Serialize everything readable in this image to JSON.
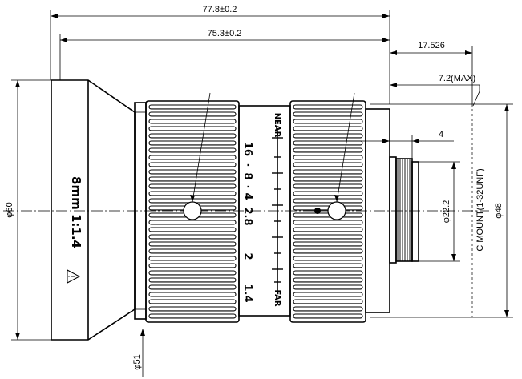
{
  "dimensions": {
    "overall_length": "77.8±0.2",
    "body_length": "75.3±0.2",
    "flange_back": "17.526",
    "back_protrusion": "7.2(MAX)",
    "mount_thread_length": "4",
    "front_diameter": "φ60",
    "front_inner_diameter": "φ51",
    "body_diameter": "φ48",
    "rear_diameter": "φ22.2",
    "mount_type": "C MOUNT(1-32UNF)"
  },
  "lens_marking": {
    "model": "8mm 1:1.4"
  },
  "focus_scale": {
    "near_label": "NEAR",
    "far_label": "FAR"
  },
  "aperture_scale": [
    "16",
    "8",
    "4",
    "2.8",
    "2",
    "1.4"
  ],
  "aperture_dot": "·"
}
